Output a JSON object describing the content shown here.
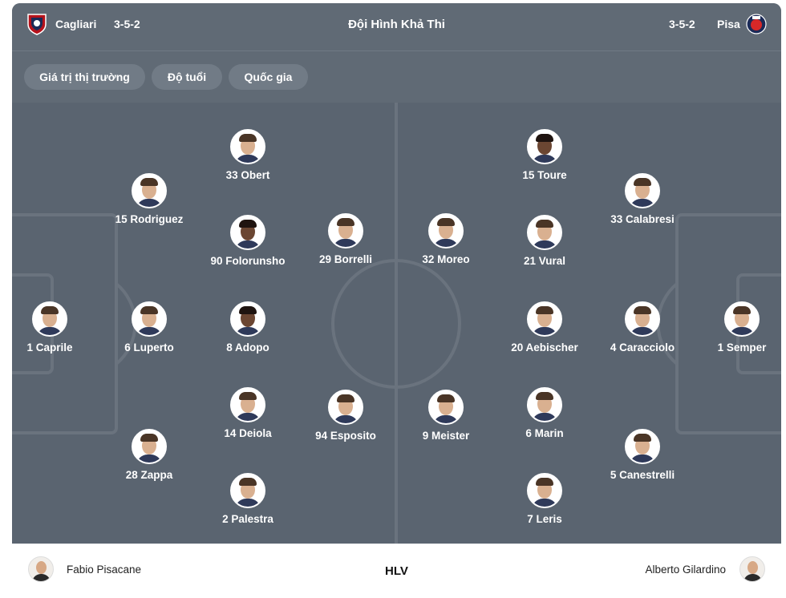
{
  "header": {
    "home_team": "Cagliari",
    "home_formation": "3-5-2",
    "title": "Đội Hình Khả Thi",
    "away_formation": "3-5-2",
    "away_team": "Pisa",
    "home_crest_color": "#b5121b",
    "away_crest_color": "#1b2a57"
  },
  "filters": [
    "Giá trị thị trường",
    "Độ tuổi",
    "Quốc gia"
  ],
  "home_players": [
    {
      "label": "1 Caprile"
    },
    {
      "label": "6 Luperto"
    },
    {
      "label": "15 Rodriguez"
    },
    {
      "label": "28 Zappa"
    },
    {
      "label": "33 Obert"
    },
    {
      "label": "90 Folorunsho"
    },
    {
      "label": "8 Adopo"
    },
    {
      "label": "14 Deiola"
    },
    {
      "label": "2 Palestra"
    },
    {
      "label": "29 Borrelli"
    },
    {
      "label": "94 Esposito"
    }
  ],
  "away_players": [
    {
      "label": "1 Semper"
    },
    {
      "label": "4 Caracciolo"
    },
    {
      "label": "33 Calabresi"
    },
    {
      "label": "5 Canestrelli"
    },
    {
      "label": "15 Toure"
    },
    {
      "label": "21 Vural"
    },
    {
      "label": "20 Aebischer"
    },
    {
      "label": "6 Marin"
    },
    {
      "label": "7 Leris"
    },
    {
      "label": "32 Moreo"
    },
    {
      "label": "9 Meister"
    }
  ],
  "footer": {
    "home_coach": "Fabio Pisacane",
    "center_label": "HLV",
    "away_coach": "Alberto Gilardino"
  }
}
